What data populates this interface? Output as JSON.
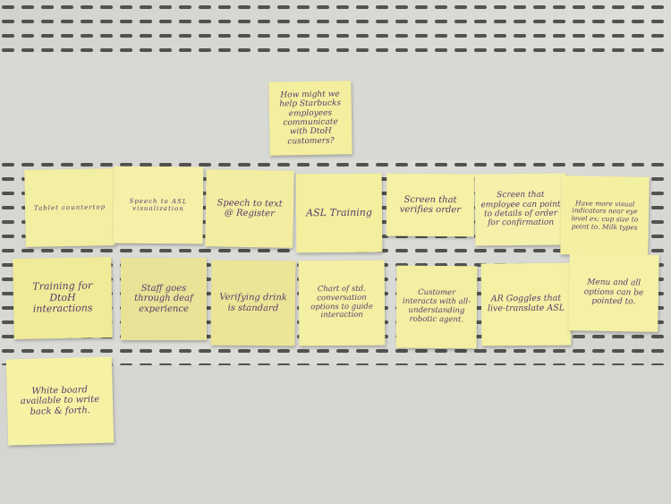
{
  "colors": {
    "wall": "#d4d4d0",
    "wall_light": "#e2e2de",
    "perforation": "#3a3a38",
    "note": "#f0ec9e",
    "note_shade": "#e6e193",
    "ink": "#5a3a6a"
  },
  "header_note": "How might we help Starbucks employees communicate with DtoH customers?",
  "notes_row1": [
    "Tablet countertop",
    "Speech to ASL visualization",
    "Speech to text @ Register",
    "ASL Training",
    "Screen that verifies order",
    "Screen that employee can point to details of order for confirmation",
    "Have more visual indicators near eye level ex: cup size to point to. Milk types"
  ],
  "notes_row2": [
    "Training for DtoH interactions",
    "Staff goes through deaf experience",
    "Verifying drink is standard",
    "Chart of std. conversation options to guide interaction",
    "Customer interacts with all-understanding robotic agent.",
    "AR Goggles that live-translate ASL",
    "Menu and all options can be pointed to."
  ],
  "notes_row3": [
    "White board available to write back & forth."
  ]
}
